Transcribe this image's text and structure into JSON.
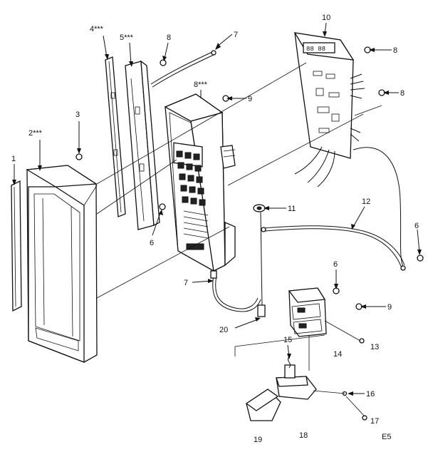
{
  "labels": [
    {
      "id": "1",
      "text": "1"
    },
    {
      "id": "2",
      "text": "2***"
    },
    {
      "id": "3",
      "text": "3"
    },
    {
      "id": "4",
      "text": "4***"
    },
    {
      "id": "5",
      "text": "5***"
    },
    {
      "id": "6a",
      "text": "6"
    },
    {
      "id": "6b",
      "text": "6"
    },
    {
      "id": "6c",
      "text": "6"
    },
    {
      "id": "7a",
      "text": "7"
    },
    {
      "id": "7b",
      "text": "7"
    },
    {
      "id": "8a",
      "text": "8"
    },
    {
      "id": "8b",
      "text": "8***"
    },
    {
      "id": "8c",
      "text": "8"
    },
    {
      "id": "8d",
      "text": "8"
    },
    {
      "id": "9a",
      "text": "9"
    },
    {
      "id": "9b",
      "text": "9"
    },
    {
      "id": "10",
      "text": "10"
    },
    {
      "id": "11",
      "text": "11"
    },
    {
      "id": "12",
      "text": "12"
    },
    {
      "id": "13",
      "text": "13"
    },
    {
      "id": "14",
      "text": "14"
    },
    {
      "id": "15",
      "text": "15"
    },
    {
      "id": "16",
      "text": "16"
    },
    {
      "id": "17",
      "text": "17"
    },
    {
      "id": "18",
      "text": "18"
    },
    {
      "id": "19",
      "text": "19"
    },
    {
      "id": "20",
      "text": "20"
    }
  ],
  "page_code": "E5"
}
